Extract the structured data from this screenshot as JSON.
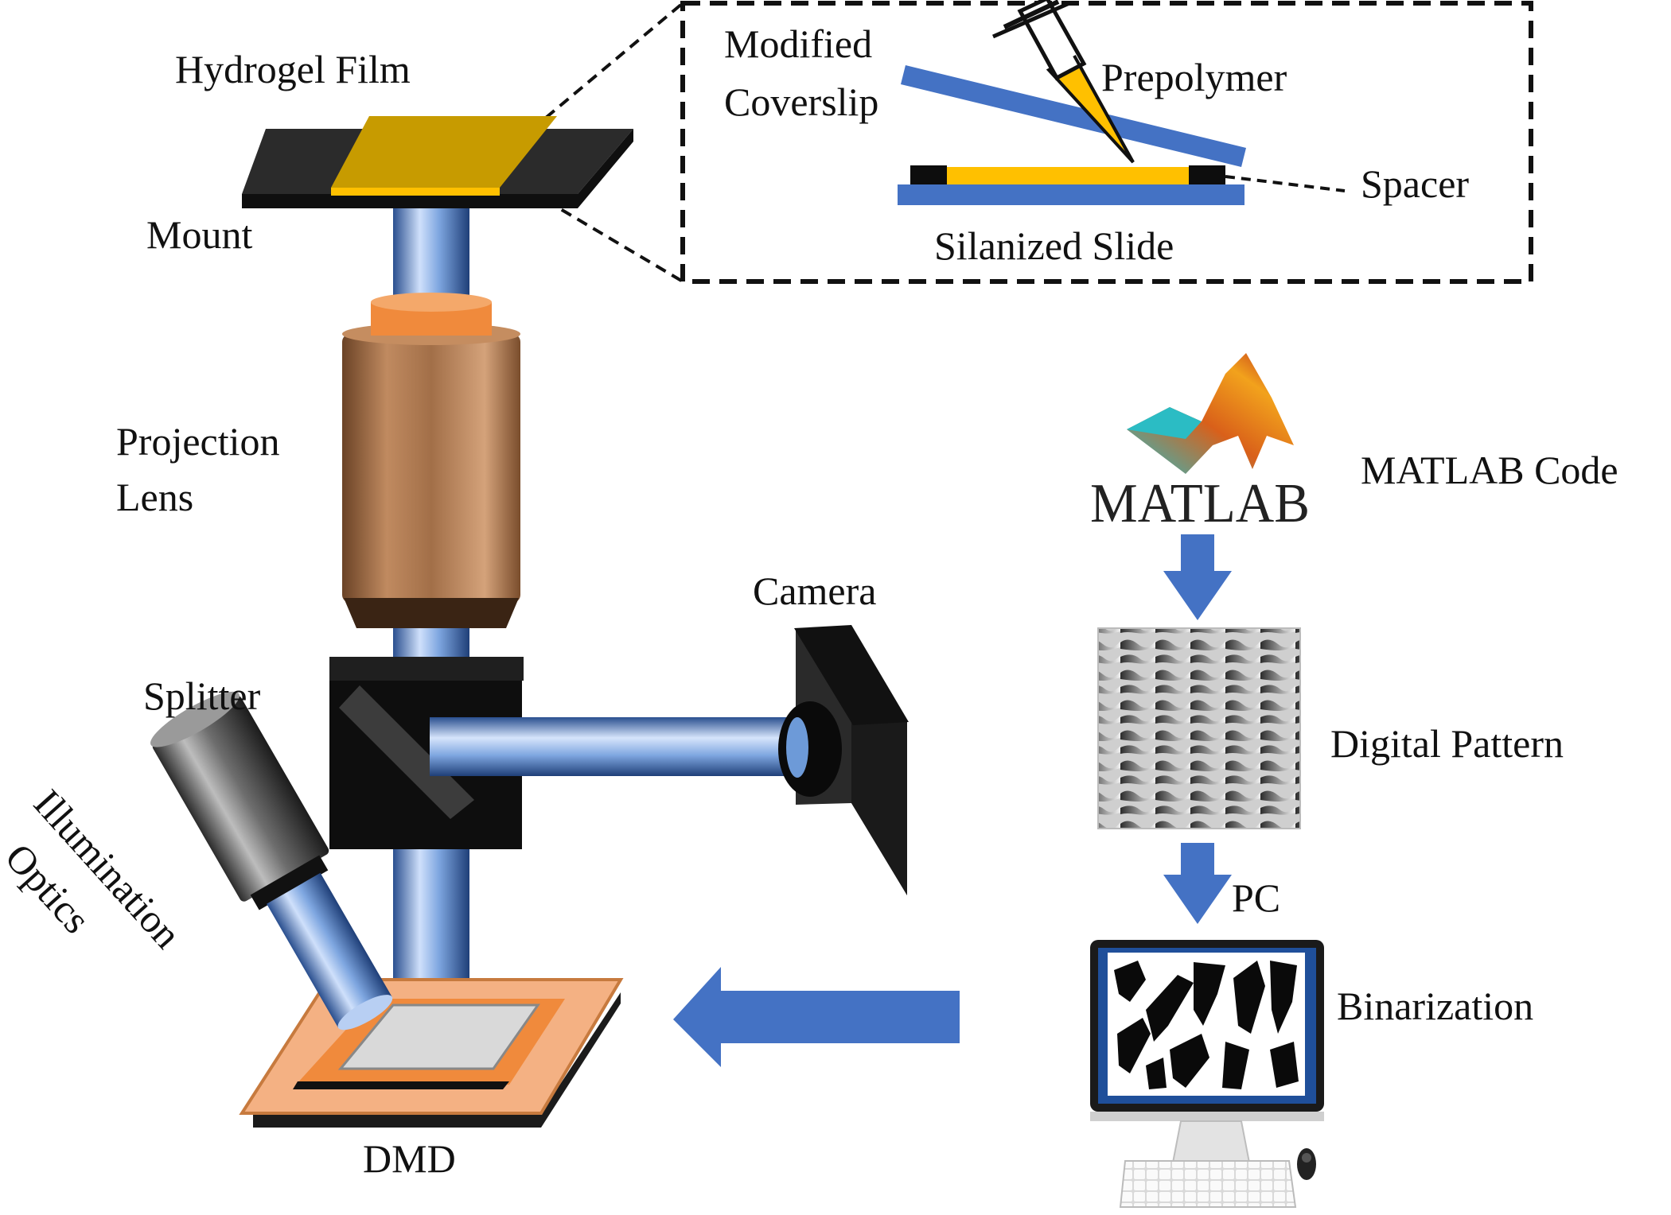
{
  "labels": {
    "hydrogel_film": "Hydrogel Film",
    "mount": "Mount",
    "projection_lens_line1": "Projection",
    "projection_lens_line2": "Lens",
    "splitter": "Splitter",
    "illumination_line1": "Illumination",
    "illumination_line2": "Optics",
    "dmd": "DMD",
    "camera": "Camera",
    "modified_coverslip_line1": "Modified",
    "modified_coverslip_line2": "Coverslip",
    "prepolymer": "Prepolymer",
    "spacer": "Spacer",
    "silanized_slide": "Silanized Slide",
    "matlab_logo_text": "MATLAB",
    "matlab_code": "MATLAB Code",
    "digital_pattern": "Digital Pattern",
    "pc": "PC",
    "binarization": "Binarization"
  },
  "colors": {
    "arrow_blue": "#4472c4",
    "film_yellow": "#c79b00",
    "prepolymer_yellow": "#ffc000",
    "glass_blue": "#4472c4",
    "lens_bronze": "#b07a52",
    "lens_orange": "#f08a3c",
    "dmd_frame_orange": "#f4b183",
    "beam_blue": "#8fb2e6",
    "dark_body": "#1a1a1a"
  },
  "icons": {
    "matlab_logo": "matlab-membrane-logo-icon",
    "computer": "desktop-computer-icon",
    "keyboard": "keyboard-icon",
    "mouse": "mouse-icon"
  }
}
